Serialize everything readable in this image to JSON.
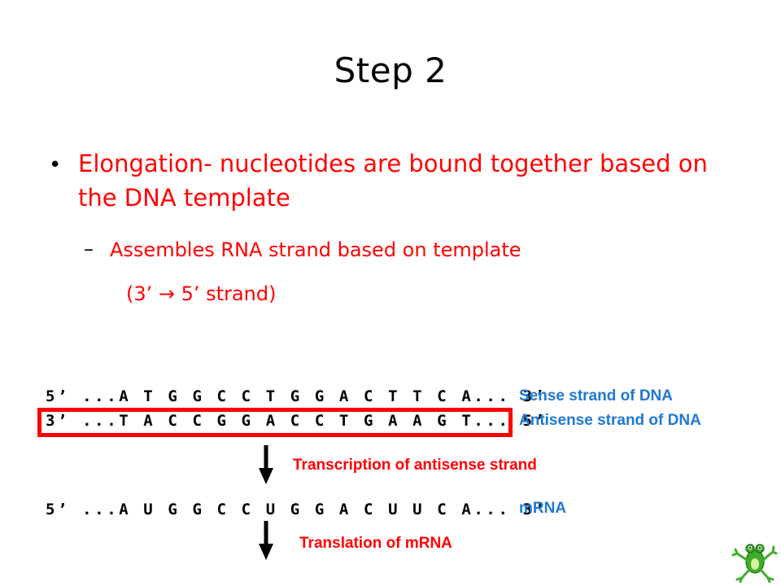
{
  "slide": {
    "title": "Step 2",
    "bullet": {
      "marker": "•",
      "text": "Elongation- nucleotides are bound together based on the DNA template"
    },
    "sub_bullet": {
      "marker": "–",
      "text": "Assembles RNA strand based on template",
      "line2_prefix": "(3’ ",
      "arrow": "→",
      "line2_suffix": " 5’ strand)"
    }
  },
  "diagram": {
    "sense_sequence": "5’ ...A T G G C C T G G A C T T C A... 3’",
    "antisense_sequence": "3’ ...T A C C G G A C C T G A A G T... 5’",
    "mrna_sequence": "5’ ...A U G G C C U G G A C U U C A... 3’",
    "sense_label": "Sense strand of DNA",
    "antisense_label": "Antisense strand of DNA",
    "transcription_label": "Transcription of antisense strand",
    "mrna_label": "mRNA",
    "translation_label": "Translation of mRNA",
    "colors": {
      "label_blue": "#1f78d4",
      "accent_red": "#ff0000"
    }
  },
  "icons": {
    "logo": "frog-icon",
    "arrow": "down-arrow-icon"
  }
}
